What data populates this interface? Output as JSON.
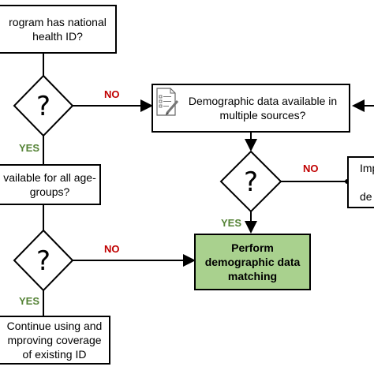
{
  "boxes": {
    "national_id": "rogram has national\nhealth ID?",
    "demographic": "Demographic data available in\nmultiple sources?",
    "age_groups": "vailable for all age-\ngroups?",
    "perform": "Perform\ndemographic data\nmatching",
    "continue": "Continue using and\nmproving coverage\nof existing ID",
    "right_cut": "Imp\n\nde"
  },
  "decisions": {
    "symbol": "?"
  },
  "labels": {
    "no": "NO",
    "yes": "YES"
  },
  "colors": {
    "no": "#c00000",
    "yes": "#548235",
    "highlight_fill": "#a9d18e"
  },
  "icons": {
    "document": "document-checklist-pencil-icon"
  }
}
